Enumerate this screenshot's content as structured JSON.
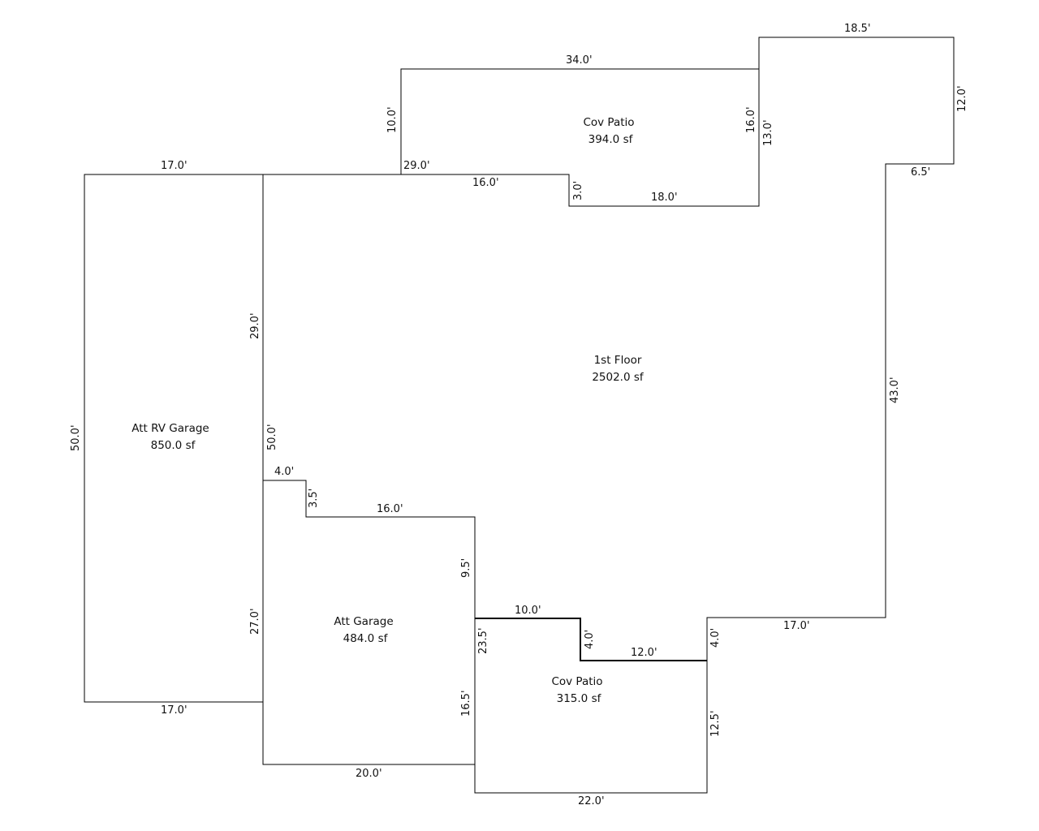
{
  "rooms": [
    {
      "id": "first_floor",
      "name": "1st Floor",
      "area": "2502.0 sf"
    },
    {
      "id": "att_rv_garage",
      "name": "Att RV Garage",
      "area": "850.0 sf"
    },
    {
      "id": "att_garage",
      "name": "Att Garage",
      "area": "484.0 sf"
    },
    {
      "id": "cov_patio_top",
      "name": "Cov Patio",
      "area": "394.0 sf"
    },
    {
      "id": "cov_patio_bottom",
      "name": "Cov Patio",
      "area": "315.0 sf"
    }
  ],
  "dimensions": [
    "18.5'",
    "34.0'",
    "12.0'",
    "10.0'",
    "16.0'",
    "13.0'",
    "17.0'",
    "29.0'",
    "6.5'",
    "16.0'",
    "3.0'",
    "18.0'",
    "29.0'",
    "50.0'",
    "50.0'",
    "43.0'",
    "4.0'",
    "3.5'",
    "16.0'",
    "9.5'",
    "10.0'",
    "17.0'",
    "27.0'",
    "23.5'",
    "4.0'",
    "12.0'",
    "4.0'",
    "17.0'",
    "16.5'",
    "12.5'",
    "20.0'",
    "22.0'"
  ]
}
